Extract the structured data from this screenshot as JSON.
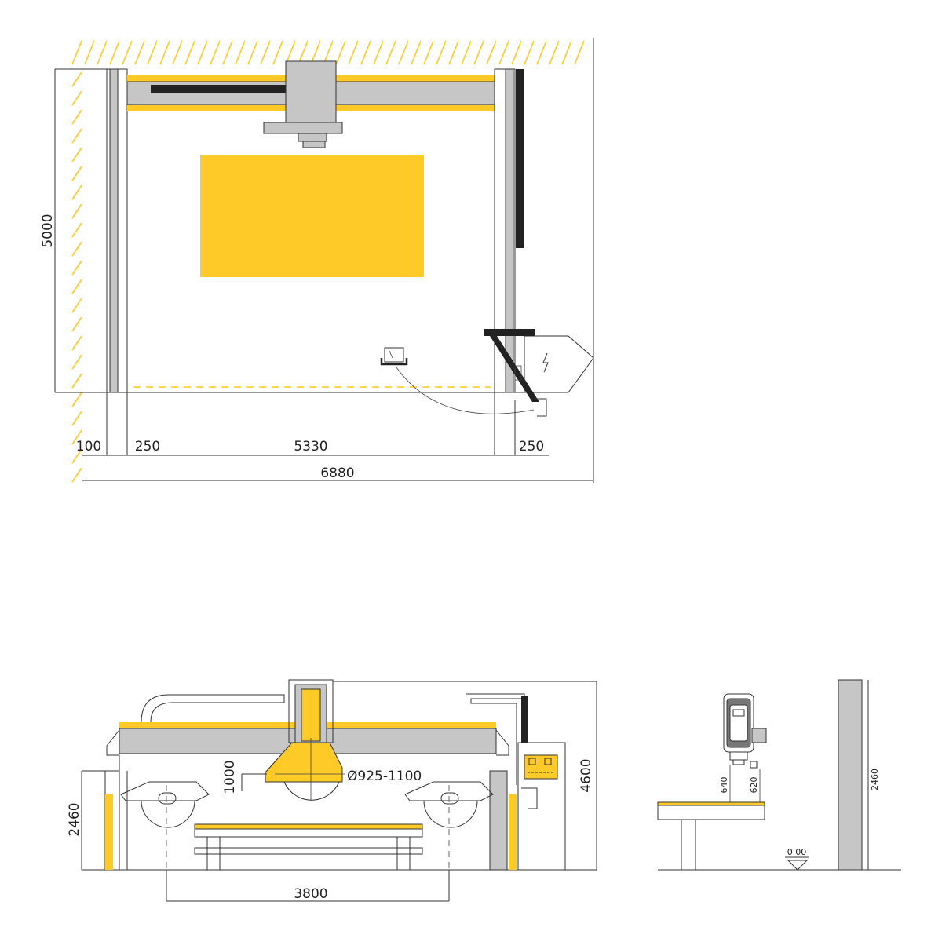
{
  "plan_view": {
    "dim_length": "5000",
    "dim_wall_gap": "100",
    "dim_left_column": "250",
    "dim_span": "5330",
    "dim_right_column": "250",
    "dim_total_width": "6880"
  },
  "front_view": {
    "dim_height_total": "4600",
    "dim_table_height": "2460",
    "dim_head_stroke": "1000",
    "dim_blade_diameter": "Ø925-1100",
    "dim_rail_spacing": "3800"
  },
  "side_view": {
    "dim_head_to_table": "640",
    "dim_tool_to_table": "620",
    "dim_wall_height": "2460",
    "floor_level": "0.00"
  },
  "colors": {
    "accent_yellow": "#fdca28",
    "steel_grey": "#c6c6c6",
    "line_dark": "#222222"
  }
}
